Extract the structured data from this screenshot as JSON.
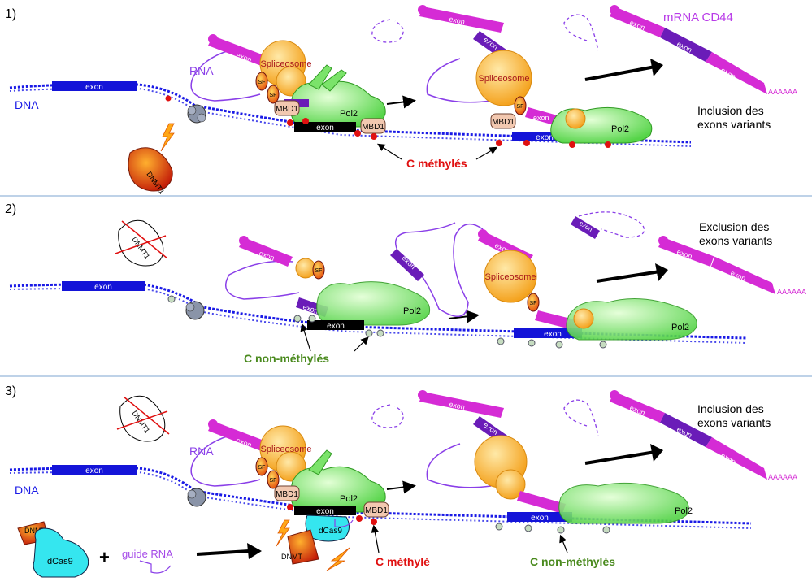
{
  "panels": [
    {
      "number": "1)",
      "labels": {
        "dna": "DNA",
        "rna": "RNA",
        "exon": "exon",
        "spliceosome": "Spliceosome",
        "sf": "SF",
        "mbd1": "MBD1",
        "pol2": "Pol2",
        "dnmt1": "DNMT1",
        "mrna": "mRNA CD44",
        "polya": "AAAAAA",
        "outcome_1": "Inclusion des",
        "outcome_2": "exons variants",
        "methyl": "C méthylés"
      }
    },
    {
      "number": "2)",
      "labels": {
        "exon": "exon",
        "spliceosome": "Spliceosome",
        "sf": "SF",
        "pol2": "Pol2",
        "dnmt1": "DNMT1",
        "polya": "AAAAAA",
        "outcome_1": "Exclusion des",
        "outcome_2": "exons variants",
        "methyl": "C non-méthylés"
      }
    },
    {
      "number": "3)",
      "labels": {
        "dna": "DNA",
        "rna": "RNA",
        "exon": "exon",
        "spliceosome": "Spliceosome",
        "sf": "SF",
        "mbd1": "MBD1",
        "pol2": "Pol2",
        "dnmt1": "DNMT1",
        "polya": "AAAAAA",
        "outcome_1": "Inclusion des",
        "outcome_2": "exons variants",
        "dnmt": "DNMT",
        "dcas9": "dCas9",
        "plus": "+",
        "guide": "guide RNA",
        "methyl_1": "C méthylé",
        "methyl_2": "C non-méthylés"
      }
    }
  ],
  "colors": {
    "dna": "#1a1ae6",
    "exon_dna": "#1414d8",
    "exon_black": "#000000",
    "rna": "#8a3fe8",
    "mrna_magenta": "#d52bd5",
    "mrna_violet": "#6a1cb8",
    "spliceosome": "#f9b23a",
    "pol2": "#7be36a",
    "mbd1": "#f2c8b0",
    "methyl": "#e01010",
    "unmethyl": "#c6dcc0",
    "dnmt": "#e83a10",
    "dcas9": "#35e6ef",
    "label_red": "#e01010",
    "label_green": "#4a8a1e",
    "divider": "#a9c4e0"
  }
}
